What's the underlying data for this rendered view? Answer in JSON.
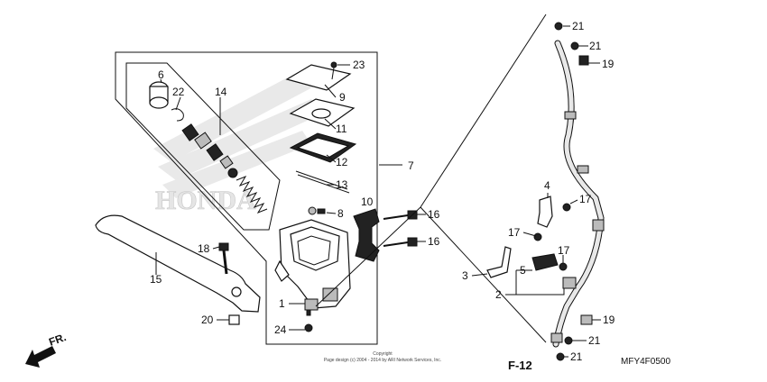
{
  "callouts": {
    "c1": "1",
    "c2": "2",
    "c3": "3",
    "c4": "4",
    "c5": "5",
    "c6": "6",
    "c7": "7",
    "c8": "8",
    "c9": "9",
    "c10": "10",
    "c11": "11",
    "c12": "12",
    "c13": "13",
    "c14": "14",
    "c15": "15",
    "c16a": "16",
    "c16b": "16",
    "c17a": "17",
    "c17b": "17",
    "c17c": "17",
    "c18": "18",
    "c19a": "19",
    "c19b": "19",
    "c20": "20",
    "c21a": "21",
    "c21b": "21",
    "c21c": "21",
    "c21d": "21",
    "c22": "22",
    "c23": "23",
    "c24": "24"
  },
  "watermark": "HONDA",
  "front_label": "FR.",
  "section_ref": "F-12",
  "diagram_code": "MFY4F0500",
  "copyright_line1": "Copyright",
  "copyright_line2": "Page design (c) 2004 - 2014 by ARI Network Services, Inc."
}
